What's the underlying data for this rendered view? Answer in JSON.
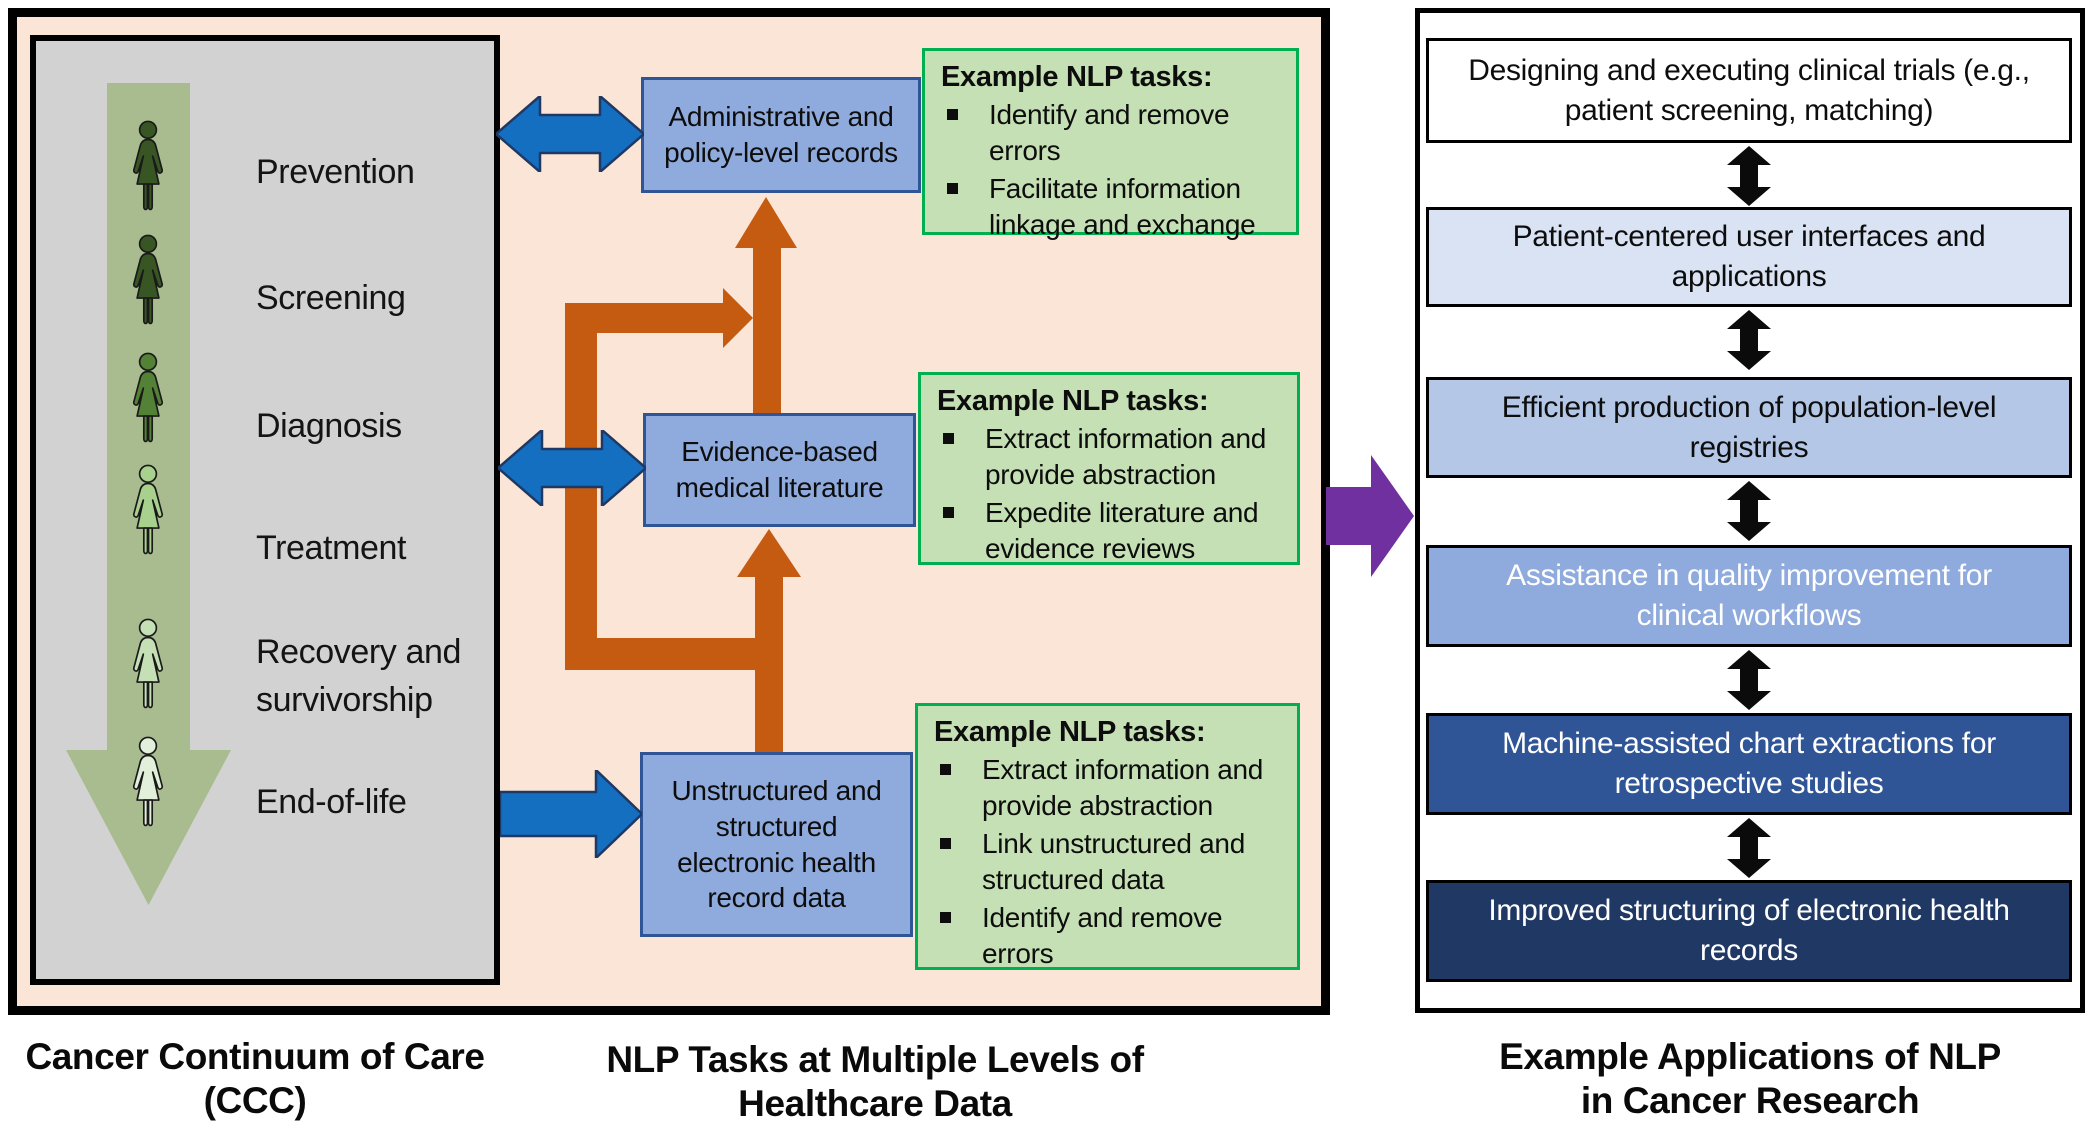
{
  "left_panel": {
    "caption_line1": "Cancer Continuum of Care",
    "caption_line2": "(CCC)",
    "stages": [
      {
        "label": "Prevention",
        "icon_color": "#375623"
      },
      {
        "label": "Screening",
        "icon_color": "#375623"
      },
      {
        "label": "Diagnosis",
        "icon_color": "#538135"
      },
      {
        "label": "Treatment",
        "icon_color": "#A9D18E"
      },
      {
        "label": "Recovery and survivorship",
        "icon_color": "#C5E0B4"
      },
      {
        "label": "End-of-life",
        "icon_color": "#E2EFDA"
      }
    ]
  },
  "middle_panel": {
    "caption_line1": "NLP Tasks at Multiple Levels of",
    "caption_line2": "Healthcare Data",
    "levels": [
      {
        "box": "Administrative and policy-level records",
        "tasks_title": "Example NLP tasks:",
        "tasks": [
          "Identify and remove errors",
          "Facilitate information linkage and exchange"
        ]
      },
      {
        "box": "Evidence-based medical literature",
        "tasks_title": "Example NLP tasks:",
        "tasks": [
          "Extract information and provide abstraction",
          "Expedite literature and evidence reviews"
        ]
      },
      {
        "box": "Unstructured and structured electronic health record data",
        "tasks_title": "Example NLP tasks:",
        "tasks": [
          "Extract information and provide abstraction",
          "Link unstructured and structured data",
          "Identify and remove errors"
        ]
      }
    ]
  },
  "right_panel": {
    "caption_line1": "Example Applications of NLP",
    "caption_line2": "in Cancer Research",
    "applications": [
      {
        "label": "Designing and executing clinical trials (e.g., patient screening, matching)",
        "bg": "#FFFFFF",
        "fg": "#0d0d0d"
      },
      {
        "label": "Patient-centered user interfaces and applications",
        "bg": "#DAE3F3",
        "fg": "#0d0d0d"
      },
      {
        "label": "Efficient production of population-level registries",
        "bg": "#B4C7E7",
        "fg": "#0d0d0d"
      },
      {
        "label": "Assistance in quality improvement for clinical workflows",
        "bg": "#8FAADC",
        "fg": "#FFFFFF"
      },
      {
        "label": "Machine-assisted chart extractions for retrospective studies",
        "bg": "#2F5597",
        "fg": "#FFFFFF"
      },
      {
        "label": "Improved structuring of electronic health records",
        "bg": "#1F3864",
        "fg": "#FFFFFF"
      }
    ]
  },
  "colors": {
    "peach_bg": "#FAE5D6",
    "gray_panel_bg": "#D2D2D2",
    "continuum_arrow": "#A8BC8F",
    "orange_flow_arrow": "#C55A11",
    "blue_arrow_fill": "#156FC1",
    "blue_arrow_stroke": "#1F3864",
    "purple_arrow": "#7030A0",
    "black_arrow": "#0b0b0b",
    "blue_box_fill": "#8FAADC",
    "blue_box_border": "#2F5597",
    "green_box_fill": "#C5E0B4",
    "green_box_border": "#00B050"
  }
}
